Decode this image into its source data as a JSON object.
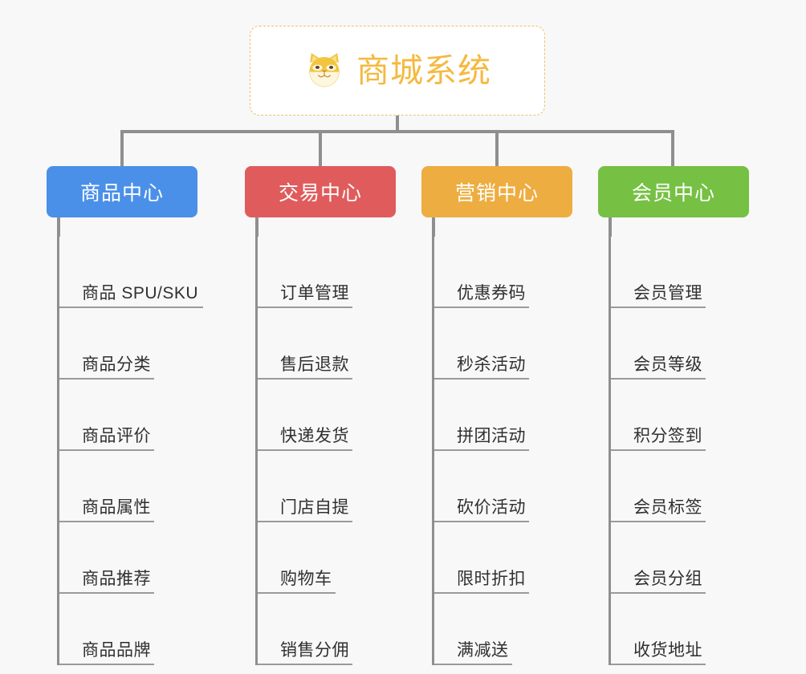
{
  "root": {
    "title": "商城系统",
    "icon": "shiba-dog-icon",
    "border_color": "#f0bf6a",
    "text_color": "#f5b93f",
    "background": "#ffffff"
  },
  "canvas": {
    "background": "#f8f8f8",
    "connector_color": "#8f8f8f",
    "leaf_rule_color": "#9a9a9a",
    "leaf_text_color": "#303030"
  },
  "columns": [
    {
      "title": "商品中心",
      "color": "#4a90e8",
      "items": [
        "商品 SPU/SKU",
        "商品分类",
        "商品评价",
        "商品属性",
        "商品推荐",
        "商品品牌"
      ]
    },
    {
      "title": "交易中心",
      "color": "#e05c5c",
      "items": [
        "订单管理",
        "售后退款",
        "快递发货",
        "门店自提",
        "购物车",
        "销售分佣"
      ]
    },
    {
      "title": "营销中心",
      "color": "#eead41",
      "items": [
        "优惠券码",
        "秒杀活动",
        "拼团活动",
        "砍价活动",
        "限时折扣",
        "满减送"
      ]
    },
    {
      "title": "会员中心",
      "color": "#76c043",
      "items": [
        "会员管理",
        "会员等级",
        "积分签到",
        "会员标签",
        "会员分组",
        "收货地址"
      ]
    }
  ]
}
